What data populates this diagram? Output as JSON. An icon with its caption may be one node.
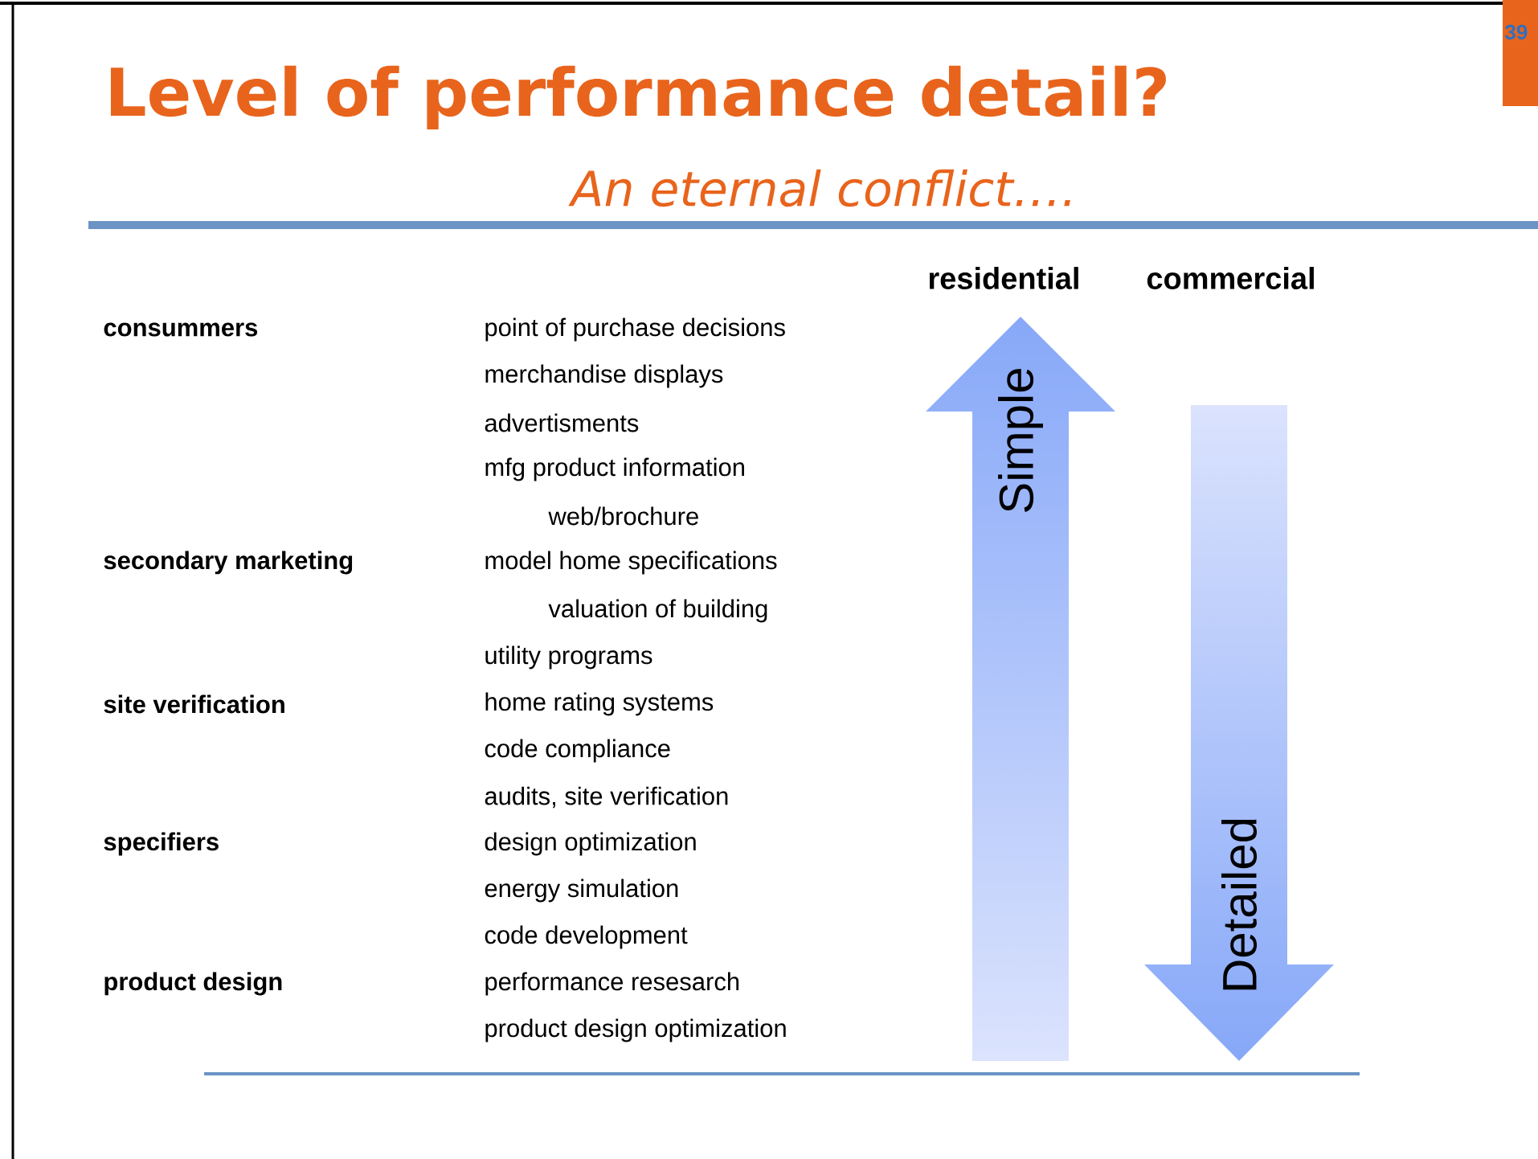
{
  "diagram": {
    "title": "Level of performance detail?",
    "nodes": [
      {
        "text": [
          "Simple"
        ]
      },
      {
        "text": [
          "Detailed"
        ]
      }
    ],
    "labels": [
      "39",
      "An eternal conflict….",
      "residential",
      "commercial",
      "consummers",
      "point of purchase decisions",
      "merchandise displays",
      "advertisments",
      "mfg product information",
      "web/brochure",
      "secondary marketing",
      "model home specifications",
      "valuation of building",
      "utility programs",
      "site verification",
      "home rating systems",
      "code compliance",
      "audits, site verification",
      "specifiers",
      "design optimization",
      "energy simulation",
      "code development",
      "product design",
      "performance resesarch",
      "product design optimization"
    ]
  }
}
